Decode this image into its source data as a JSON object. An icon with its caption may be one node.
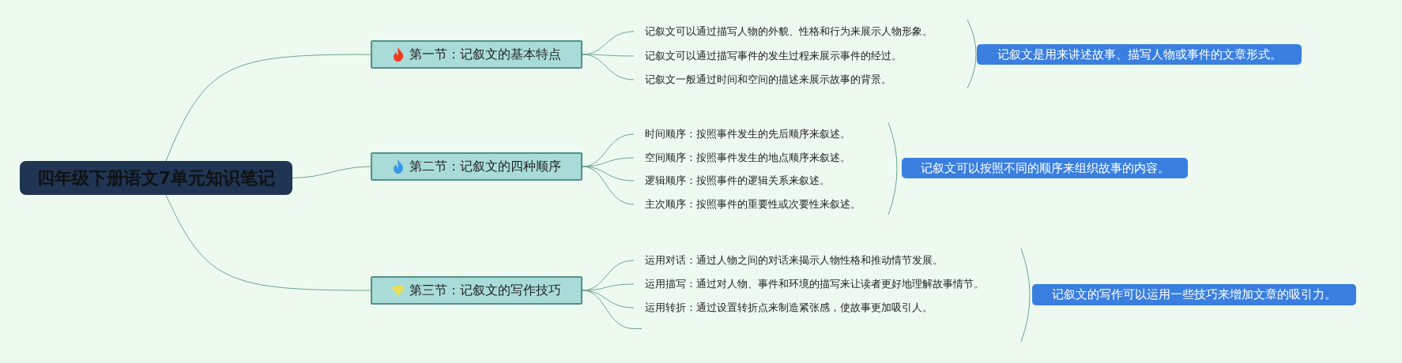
{
  "diagram": {
    "nodes": [
      {
        "text": [
          "四年级下册语文7单元知识笔记"
        ]
      },
      {
        "text": [
          "第一节：记叙文的基本特点"
        ]
      },
      {
        "text": [
          "记叙文可以通过描写人物的外貌、性格和行为来展示人物形象。"
        ]
      },
      {
        "text": [
          "记叙文可以通过描写事件的发生过程来展示事件的经过。"
        ]
      },
      {
        "text": [
          "记叙文一般通过时间和空间的描述来展示故事的背景。"
        ]
      },
      {
        "text": [
          "记叙文是用来讲述故事、描写人物或事件的文章形式。"
        ]
      },
      {
        "text": [
          "第二节：记叙文的四种顺序"
        ]
      },
      {
        "text": [
          "时间顺序：按照事件发生的先后顺序来叙述。"
        ]
      },
      {
        "text": [
          "空间顺序：按照事件发生的地点顺序来叙述。"
        ]
      },
      {
        "text": [
          "逻辑顺序：按照事件的逻辑关系来叙述。"
        ]
      },
      {
        "text": [
          "主次顺序：按照事件的重要性或次要性来叙述。"
        ]
      },
      {
        "text": [
          "记叙文可以按照不同的顺序来组织故事的内容。"
        ]
      },
      {
        "text": [
          "第三节：记叙文的写作技巧"
        ]
      },
      {
        "text": [
          "运用对话：通过人物之间的对话来揭示人物性格和推动情节发展。"
        ]
      },
      {
        "text": [
          "运用描写：通过对人物、事件和环境的描写来让读者更好地理解故事情节。"
        ]
      },
      {
        "text": [
          "运用转折：通过设置转折点来制造紧张感，使故事更加吸引人。"
        ]
      },
      {
        "text": [
          "记叙文的写作可以运用一些技巧来增加文章的吸引力。"
        ]
      },
      {
        "text": [],
        "shape": "line"
      }
    ],
    "edges": [
      {
        "from": 0,
        "to": 1,
        "arrow": "none"
      },
      {
        "from": 0,
        "to": 6,
        "arrow": "none"
      },
      {
        "from": 0,
        "to": 12,
        "arrow": "none"
      },
      {
        "from": 1,
        "to": 2,
        "arrow": "none"
      },
      {
        "from": 1,
        "to": 3,
        "arrow": "none"
      },
      {
        "from": 1,
        "to": 4,
        "arrow": "none"
      },
      {
        "from": 6,
        "to": 7,
        "arrow": "none"
      },
      {
        "from": 6,
        "to": 8,
        "arrow": "none"
      },
      {
        "from": 6,
        "to": 9,
        "arrow": "none"
      },
      {
        "from": 6,
        "to": 10,
        "arrow": "none"
      },
      {
        "from": 12,
        "to": 13,
        "arrow": "none"
      },
      {
        "from": 12,
        "to": 14,
        "arrow": "none"
      },
      {
        "from": 12,
        "to": 15,
        "arrow": "none"
      },
      {
        "from": 12,
        "to": 17,
        "arrow": "none"
      }
    ]
  }
}
